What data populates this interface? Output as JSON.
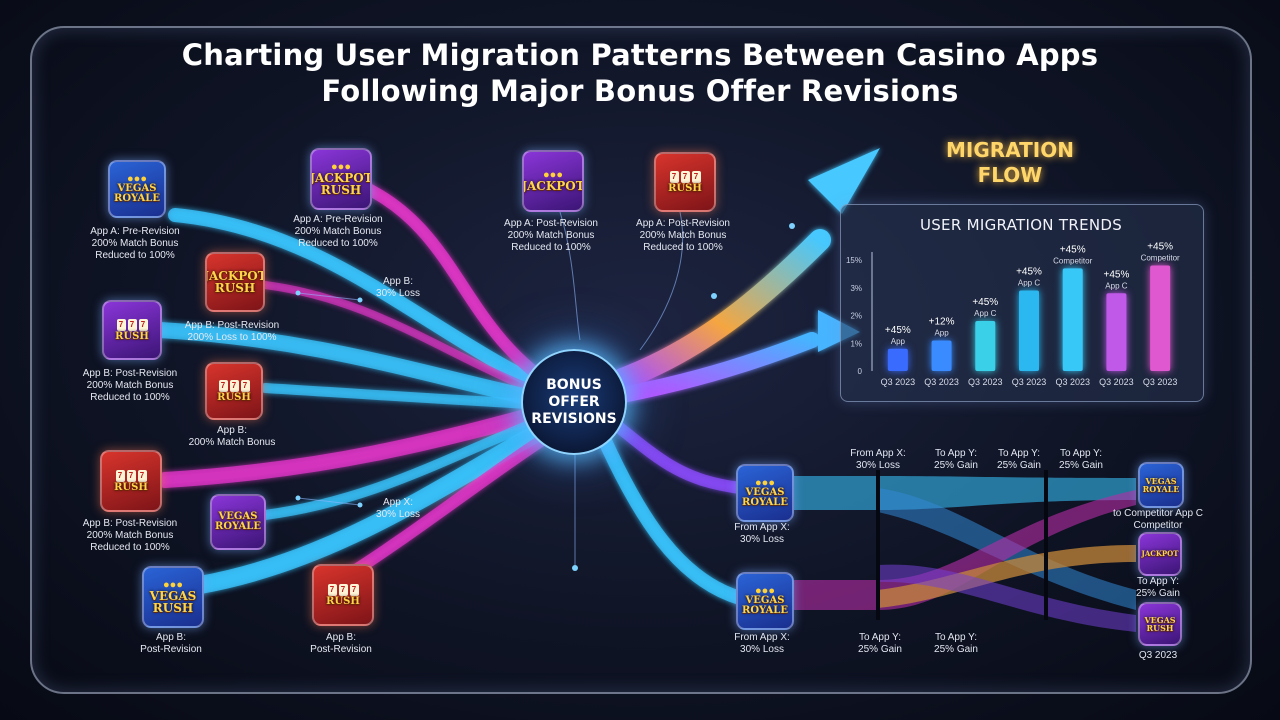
{
  "title": {
    "line1": "Charting User Migration Patterns Between Casino Apps",
    "line2": "Following Major Bonus Offer Revisions"
  },
  "hub": {
    "label": "BONUS OFFER REVISIONS"
  },
  "migration_flow_title": "MIGRATION FLOW",
  "left_nodes": [
    {
      "icon_text": "VEGAS ROYALE",
      "caption": [
        "App A: Pre-Revision",
        "200% Match Bonus",
        "Reduced to 100%"
      ]
    },
    {
      "icon_text": "JACKPOT RUSH",
      "caption": [
        "App A: Pre-Revision",
        "200% Match Bonus",
        "Reduced to 100%"
      ]
    },
    {
      "icon_text": "JACKPOT RUSH",
      "caption": []
    },
    {
      "icon_text": "RUSH",
      "caption": [
        "App B: Post-Revision",
        "200% Match Bonus",
        "Reduced to 100%"
      ]
    },
    {
      "icon_text": "RUSH",
      "caption": [
        "App B:",
        "200% Match Bonus"
      ]
    },
    {
      "icon_text": "RUSH",
      "caption": [
        "App B: Post-Revision",
        "200% Match Bonus",
        "Reduced to 100%"
      ]
    },
    {
      "icon_text": "VEGAS ROYALE",
      "caption": []
    },
    {
      "icon_text": "VEGAS RUSH",
      "caption": [
        "App B:",
        "Post-Revision"
      ]
    },
    {
      "icon_text": "RUSH",
      "caption": [
        "App B:",
        "Post-Revision"
      ]
    }
  ],
  "top_nodes": [
    {
      "icon_text": "JACKPOT",
      "caption": [
        "App A: Post-Revision",
        "200% Match Bonus",
        "Reduced to 100%"
      ]
    },
    {
      "icon_text": "RUSH",
      "caption": [
        "App A: Post-Revision",
        "200% Match Bonus",
        "Reduced to 100%"
      ]
    }
  ],
  "flow_annotations": {
    "app_b_loss": [
      "App B:",
      "30% Loss"
    ],
    "app_b_post": [
      "App B: Post-Revision",
      "200% Loss to 100%"
    ],
    "app_x_loss": [
      "App X:",
      "30% Loss"
    ]
  },
  "colors": {
    "cyan": "#39c6ff",
    "magenta": "#e236c8",
    "orange": "#f5a640",
    "purple": "#8c4cff"
  },
  "chart_data": {
    "type": "bar",
    "title": "USER MIGRATION TRENDS",
    "categories": [
      "Q3 2023",
      "Q3 2023",
      "Q3 2023",
      "Q3 2023",
      "Q3 2023",
      "Q3 2023",
      "Q3 2023"
    ],
    "values": [
      0.8,
      1.1,
      1.8,
      2.9,
      3.7,
      2.8,
      3.8
    ],
    "yticks": [
      "0",
      "1%",
      "2%",
      "3%",
      "15%"
    ],
    "ylim": [
      0,
      4
    ],
    "data_labels": [
      {
        "pct": "+45%",
        "sub": "App"
      },
      {
        "pct": "+12%",
        "sub": "App"
      },
      {
        "pct": "+45%",
        "sub": "App C"
      },
      {
        "pct": "+45%",
        "sub": "App C"
      },
      {
        "pct": "+45%",
        "sub": "Competitor"
      },
      {
        "pct": "+45%",
        "sub": "App C"
      },
      {
        "pct": "+45%",
        "sub": "Competitor"
      }
    ],
    "bar_colors": [
      "#3a6bff",
      "#3a8bff",
      "#3ad0e8",
      "#2bb8f0",
      "#38c8f8",
      "#c058e8",
      "#e058d0"
    ],
    "grid": false,
    "legend": "none"
  },
  "sankey": {
    "source_icons": [
      "VEGAS ROYALE",
      "VEGAS ROYALE"
    ],
    "source_labels": [
      [
        "From App X:",
        "30% Loss"
      ],
      [
        "From App X:",
        "30% Loss"
      ]
    ],
    "target_icons": [
      "VEGAS ROYALE",
      "JACKPOT",
      "VEGAS RUSH"
    ],
    "top_labels": [
      [
        "From App X:",
        "30% Loss"
      ],
      [
        "To App Y:",
        "25% Gain"
      ],
      [
        "To App Y:",
        "25% Gain"
      ],
      [
        "To App Y:",
        "25% Gain"
      ]
    ],
    "bottom_labels": [
      [
        "To App Y:",
        "25% Gain"
      ],
      [
        "To App Y:",
        "25% Gain"
      ]
    ],
    "right_labels": [
      [
        "to Competitor App C",
        "Competitor"
      ],
      [
        "To App Y:",
        "25% Gain"
      ],
      [
        "Q3 2023"
      ]
    ]
  }
}
